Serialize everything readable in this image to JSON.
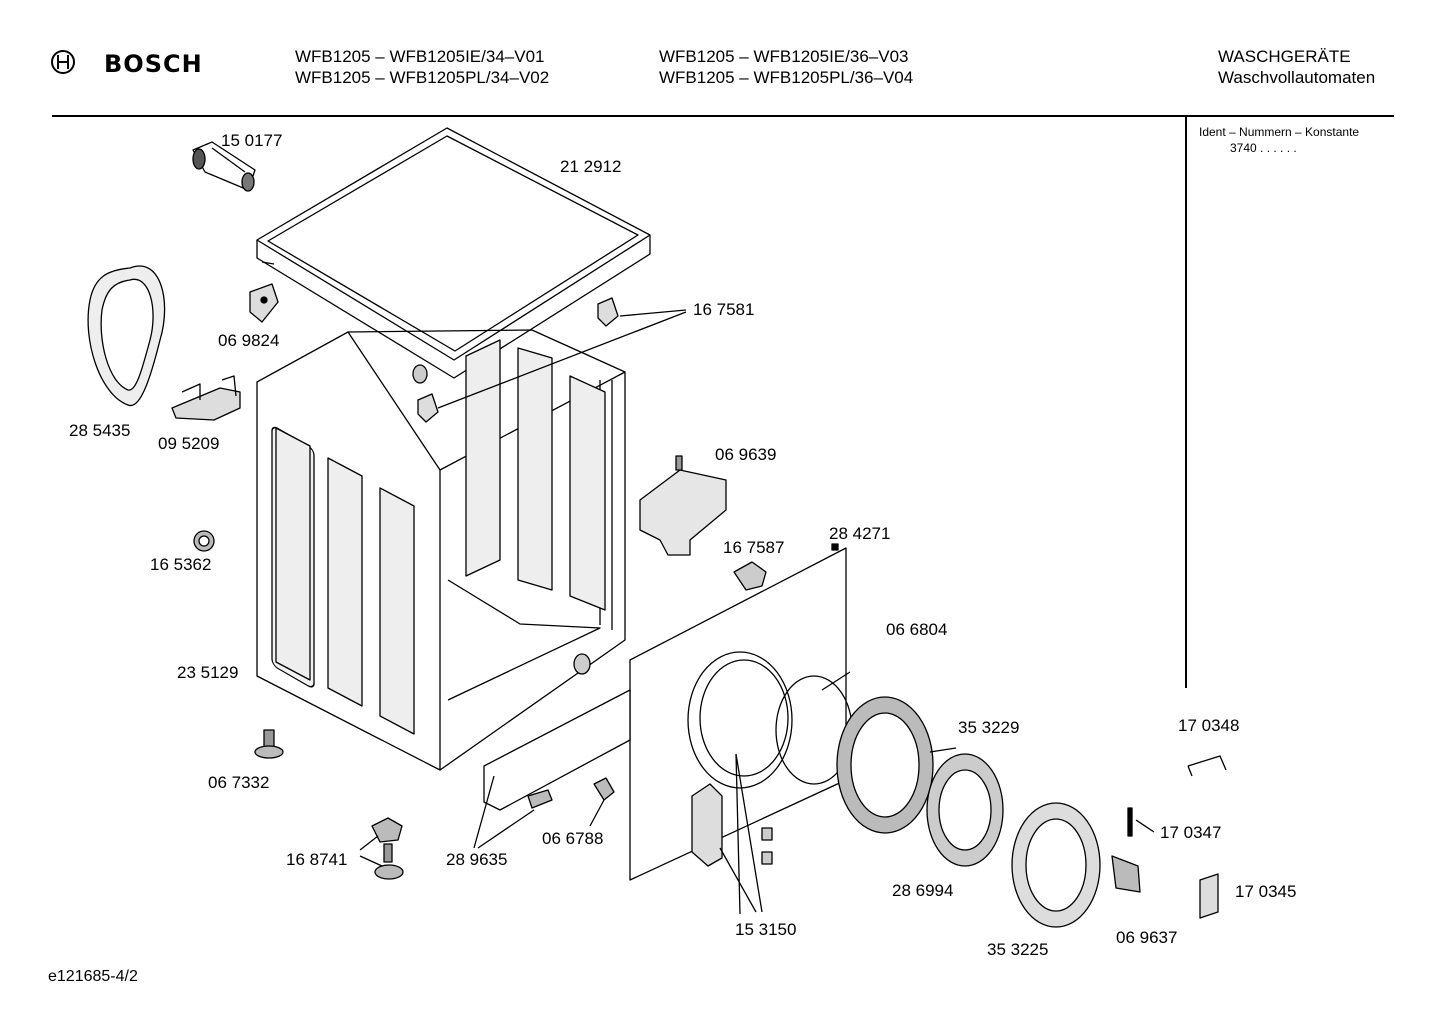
{
  "header": {
    "brand": "BOSCH",
    "models_col1": [
      "WFB1205 – WFB1205IE/34–V01",
      "WFB1205 – WFB1205PL/34–V02"
    ],
    "models_col2": [
      "WFB1205 – WFB1205IE/36–V03",
      "WFB1205 – WFB1205PL/36–V04"
    ],
    "category": "WASCHGERÄTE",
    "subcategory": "Waschvollautomaten"
  },
  "ident": {
    "title": "Ident – Nummern – Konstante",
    "value": "3740  .  .  .  .  .  ."
  },
  "parts": [
    "15 0177",
    "21 2912",
    "16 7581",
    "06 9824",
    "28 5435",
    "09 5209",
    "06 9639",
    "16 5362",
    "16 7587",
    "28 4271",
    "06 6804",
    "23 5129",
    "35 3229",
    "17 0348",
    "06 7332",
    "17 0347",
    "06 6788",
    "28 9635",
    "16 8741",
    "28 6994",
    "17 0345",
    "06 9637",
    "15 3150",
    "35 3225"
  ],
  "footer": {
    "doc_id": "e121685-4/2"
  }
}
